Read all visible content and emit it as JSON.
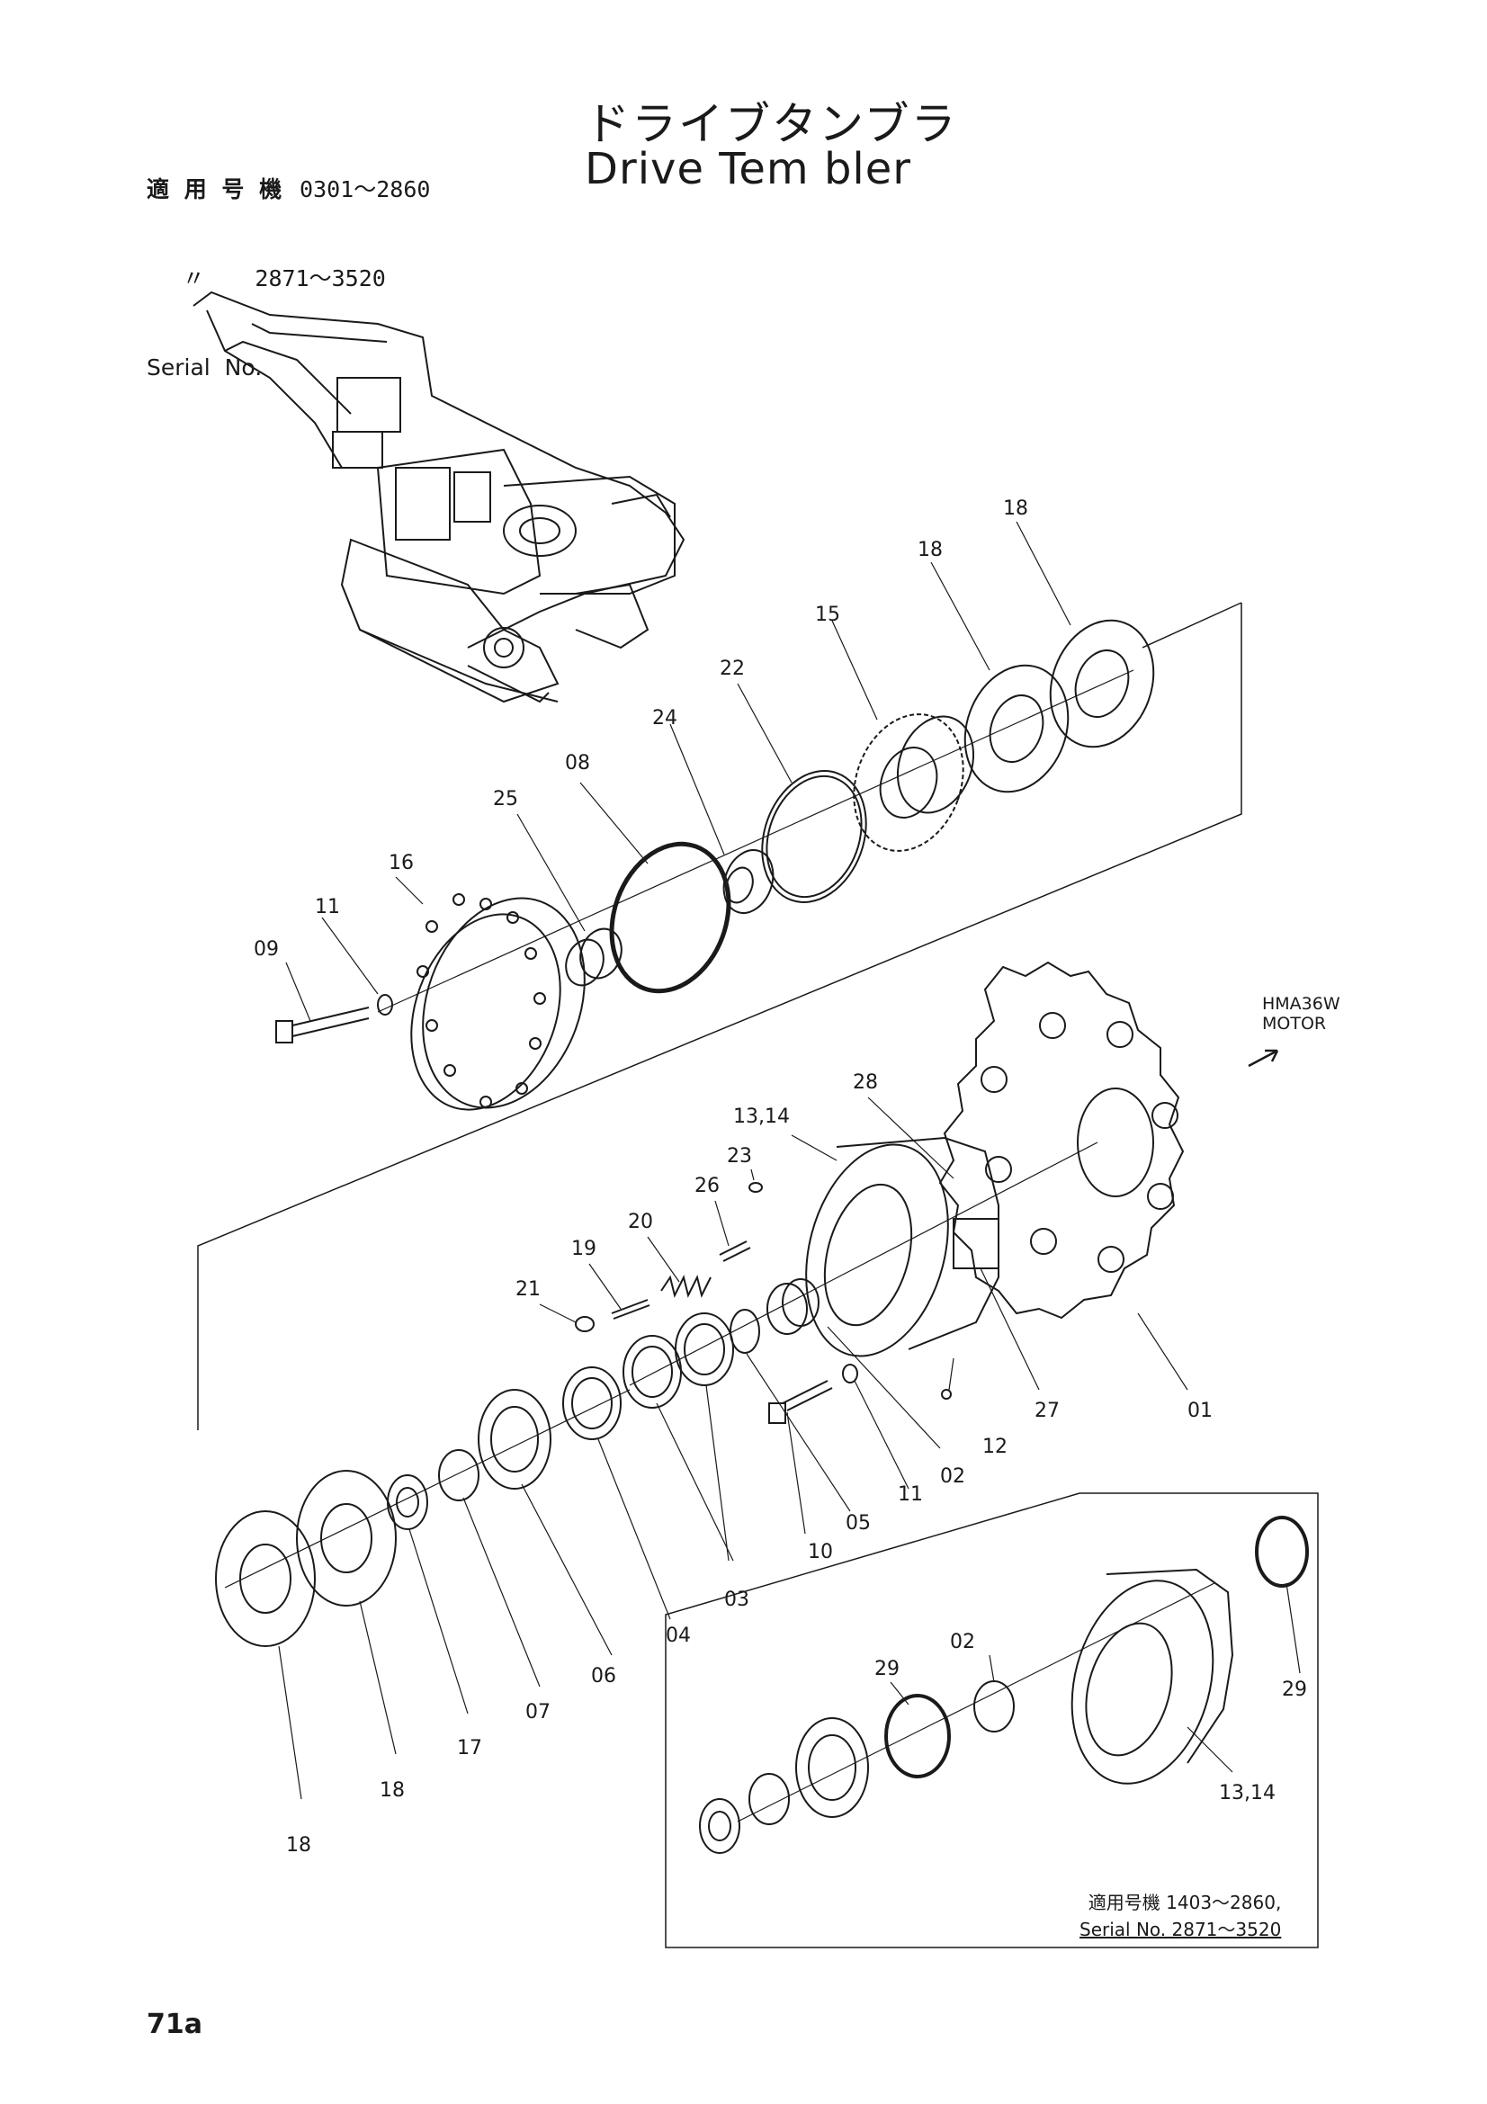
{
  "header": {
    "serial_label_jp": "適 用 号 機",
    "serial_range_1": "0301〜2860",
    "ditto_mark": "〃",
    "serial_range_2": "2871〜3520",
    "serial_label_en": "Serial  No.",
    "title_jp": "ドライブタンブラ",
    "title_en": "Drive  Tem bler"
  },
  "motor_note": {
    "line1": "HMA36W",
    "line2": "MOTOR"
  },
  "inset_note": {
    "line1": "適用号機  1403〜2860,",
    "line2": "Serial No. 2871〜3520"
  },
  "page_number": "71a",
  "callouts": [
    "18",
    "18",
    "15",
    "22",
    "24",
    "08",
    "25",
    "16",
    "11",
    "09",
    "28",
    "13,14",
    "23",
    "26",
    "20",
    "19",
    "21",
    "12",
    "27",
    "01",
    "02",
    "11",
    "05",
    "10",
    "03",
    "04",
    "06",
    "07",
    "17",
    "18",
    "18",
    "29",
    "02",
    "29",
    "13,14"
  ]
}
